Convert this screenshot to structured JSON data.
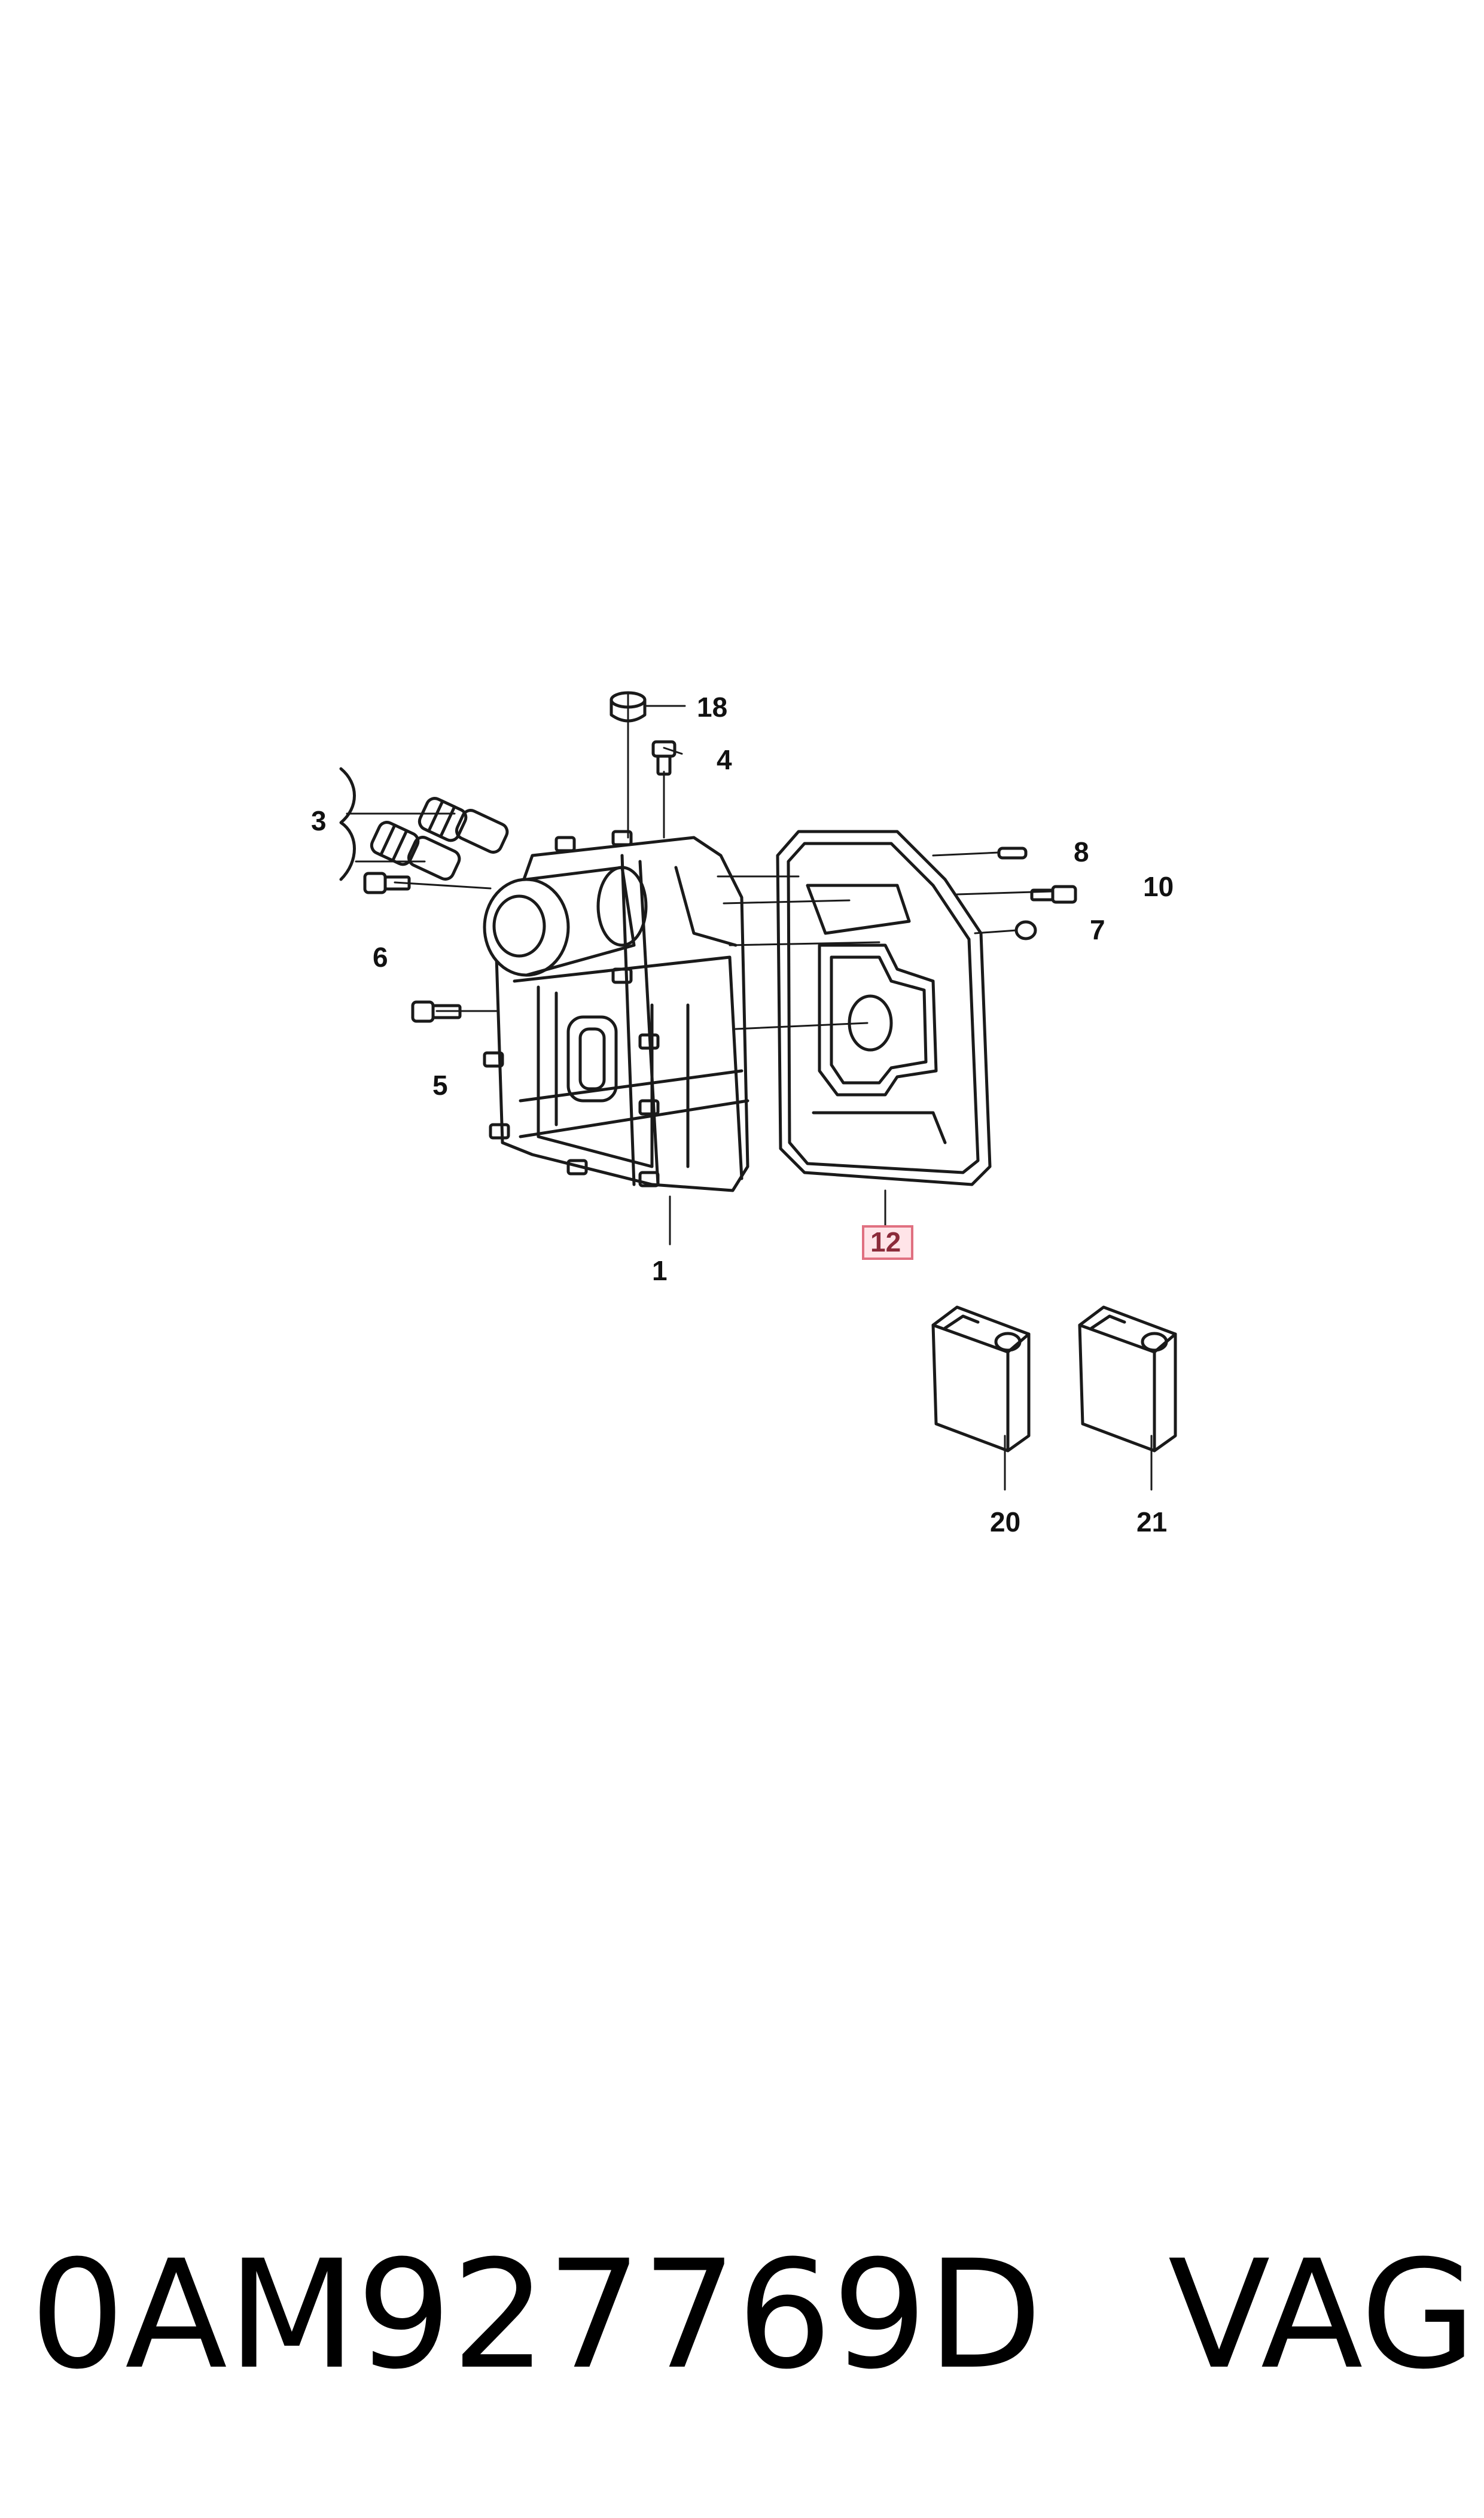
{
  "callouts": {
    "c1": "1",
    "c3": "3",
    "c4": "4",
    "c5": "5",
    "c6": "6",
    "c7": "7",
    "c8": "8",
    "c10": "10",
    "c12": "12",
    "c18": "18",
    "c20": "20",
    "c21": "21"
  },
  "highlighted_callout": "12",
  "highlight_color": "#e07080",
  "footer": {
    "part_number": "0AM927769D",
    "brand": "VAG"
  }
}
